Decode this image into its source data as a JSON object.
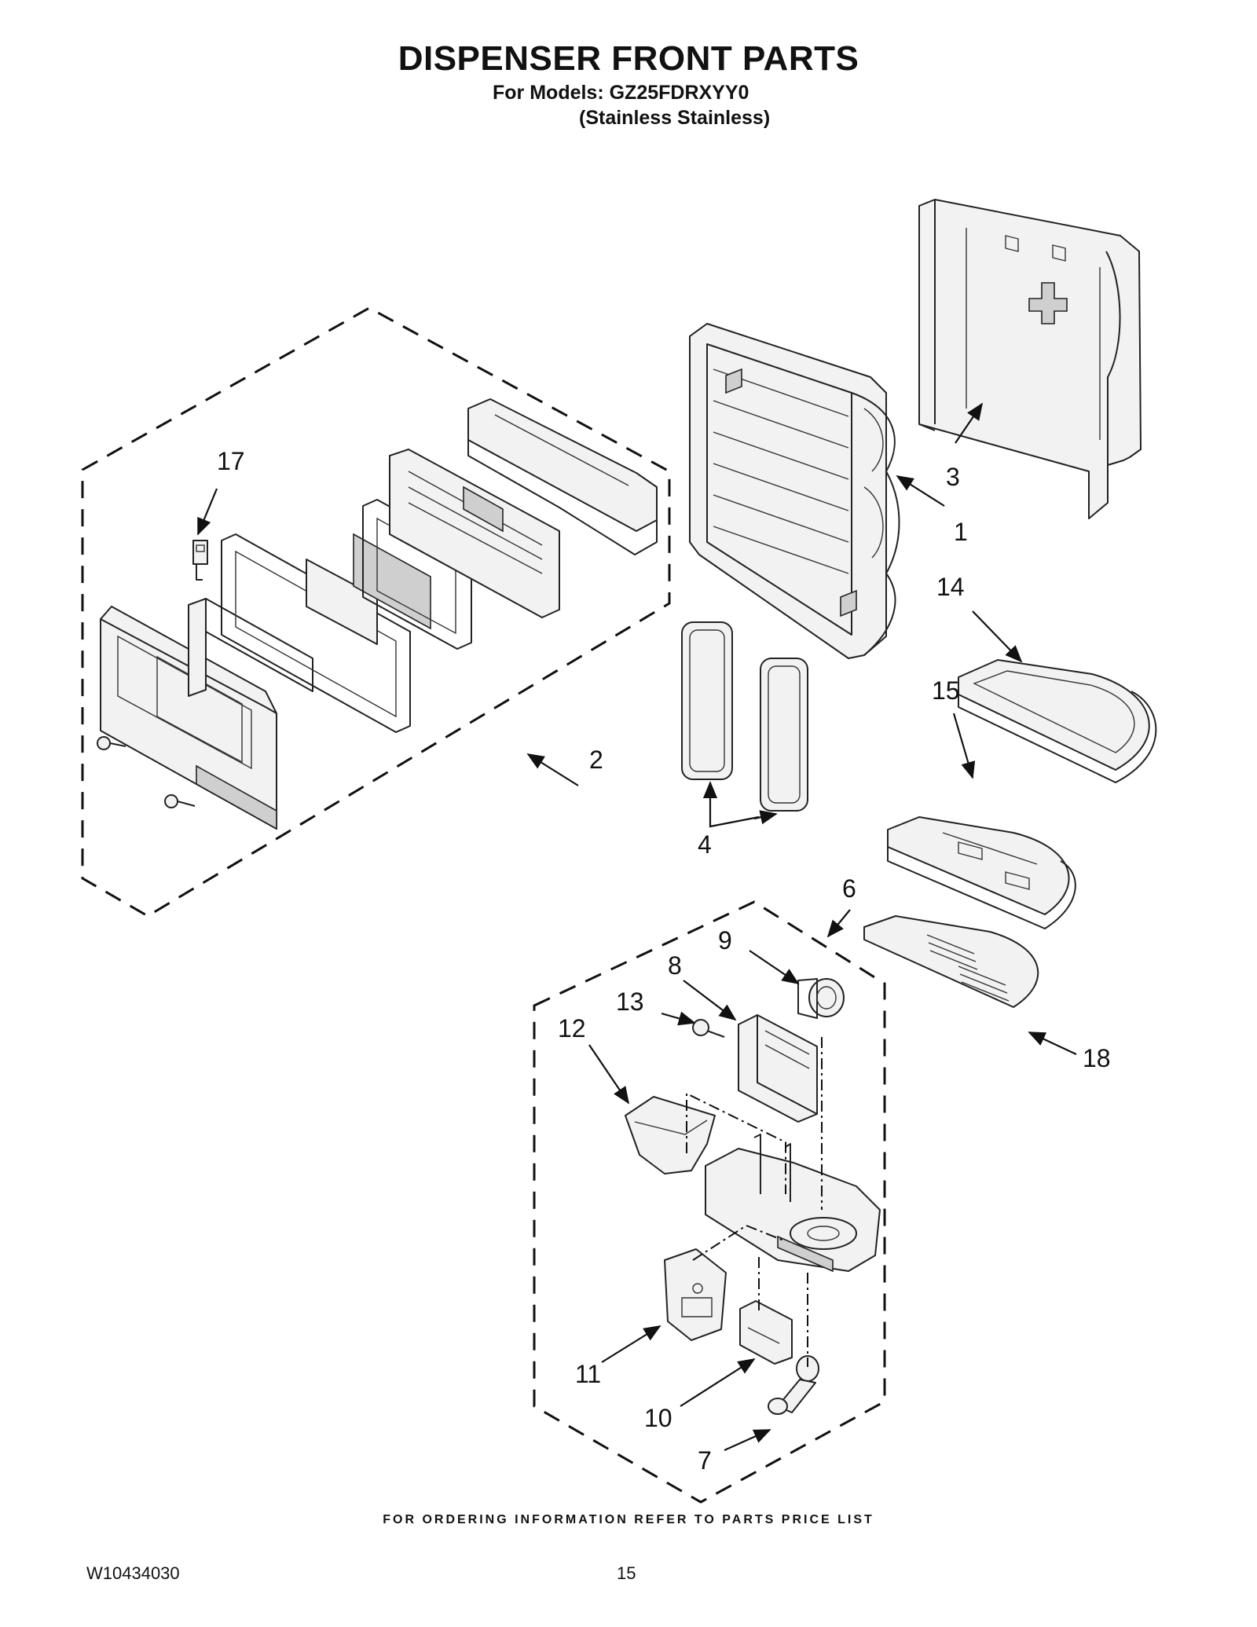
{
  "header": {
    "title": "DISPENSER FRONT PARTS",
    "models_line": "For Models: GZ25FDRXYY0",
    "finish_line": "(Stainless Stainless)"
  },
  "callouts": {
    "c1": "1",
    "c2": "2",
    "c3": "3",
    "c4": "4",
    "c6": "6",
    "c7": "7",
    "c8": "8",
    "c9": "9",
    "c10": "10",
    "c11": "11",
    "c12": "12",
    "c13": "13",
    "c14": "14",
    "c15": "15",
    "c17": "17",
    "c18": "18"
  },
  "footer": {
    "ordering_note": "FOR ORDERING INFORMATION REFER TO PARTS PRICE LIST",
    "document_number": "W10434030",
    "page_number": "15"
  }
}
